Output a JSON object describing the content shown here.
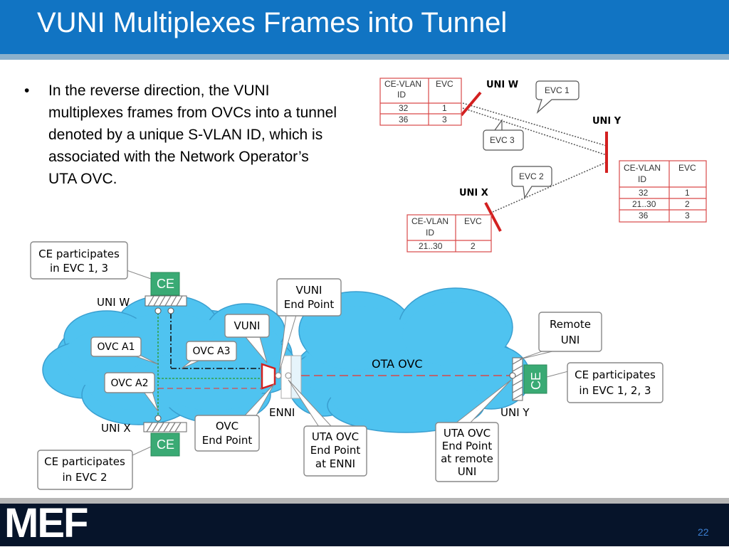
{
  "slide": {
    "title": "VUNI Multiplexes Frames into Tunnel",
    "bullet_marker": "•",
    "bullet": "In the reverse direction, the VUNI multiplexes frames from OVCs into a tunnel denoted by a unique S-VLAN ID, which is associated with the Network Operator’s UTA OVC.",
    "logo": "MEF",
    "page_number": "22"
  },
  "top_diagram": {
    "table_w": {
      "headers": [
        "CE-VLAN",
        "ID",
        "EVC"
      ],
      "rows": [
        [
          "32",
          "1"
        ],
        [
          "36",
          "3"
        ]
      ]
    },
    "table_y": {
      "headers": [
        "CE-VLAN",
        "ID",
        "EVC"
      ],
      "rows": [
        [
          "32",
          "1"
        ],
        [
          "21..30",
          "2"
        ],
        [
          "36",
          "3"
        ]
      ]
    },
    "table_x": {
      "headers": [
        "CE-VLAN",
        "ID",
        "EVC"
      ],
      "rows": [
        [
          "21..30",
          "2"
        ]
      ]
    },
    "labels": {
      "uni_w": "UNI W",
      "uni_y": "UNI Y",
      "uni_x": "UNI X",
      "evc1": "EVC 1",
      "evc2": "EVC 2",
      "evc3": "EVC 3"
    }
  },
  "bottom_diagram": {
    "callouts": {
      "ce_w": [
        "CE participates",
        "in EVC 1, 3"
      ],
      "ce_x": [
        "CE participates",
        "in EVC 2"
      ],
      "ce_y": [
        "CE participates",
        "in EVC 1, 2, 3"
      ],
      "vuni_end_point": [
        "VUNI",
        "End Point"
      ],
      "vuni": [
        "VUNI"
      ],
      "ovc_a1": [
        "OVC A1"
      ],
      "ovc_a2": [
        "OVC A2"
      ],
      "ovc_a3": [
        "OVC A3"
      ],
      "ovc_end_point": [
        "OVC",
        "End Point"
      ],
      "uta_enni": [
        "UTA OVC",
        "End Point",
        "at ENNI"
      ],
      "uta_remote": [
        "UTA OVC",
        "End Point",
        "at remote",
        "UNI"
      ],
      "remote_uni": [
        "Remote",
        "UNI"
      ]
    },
    "labels": {
      "ce": "CE",
      "uni_w": "UNI W",
      "uni_x": "UNI X",
      "uni_y": "UNI Y",
      "enni": "ENNI",
      "ota_ovc": "OTA OVC"
    }
  },
  "colors": {
    "header_blue": "#1174c3",
    "cloud_blue": "#4fc3f0",
    "ce_green": "#3aaa74",
    "table_red": "#d94949"
  }
}
